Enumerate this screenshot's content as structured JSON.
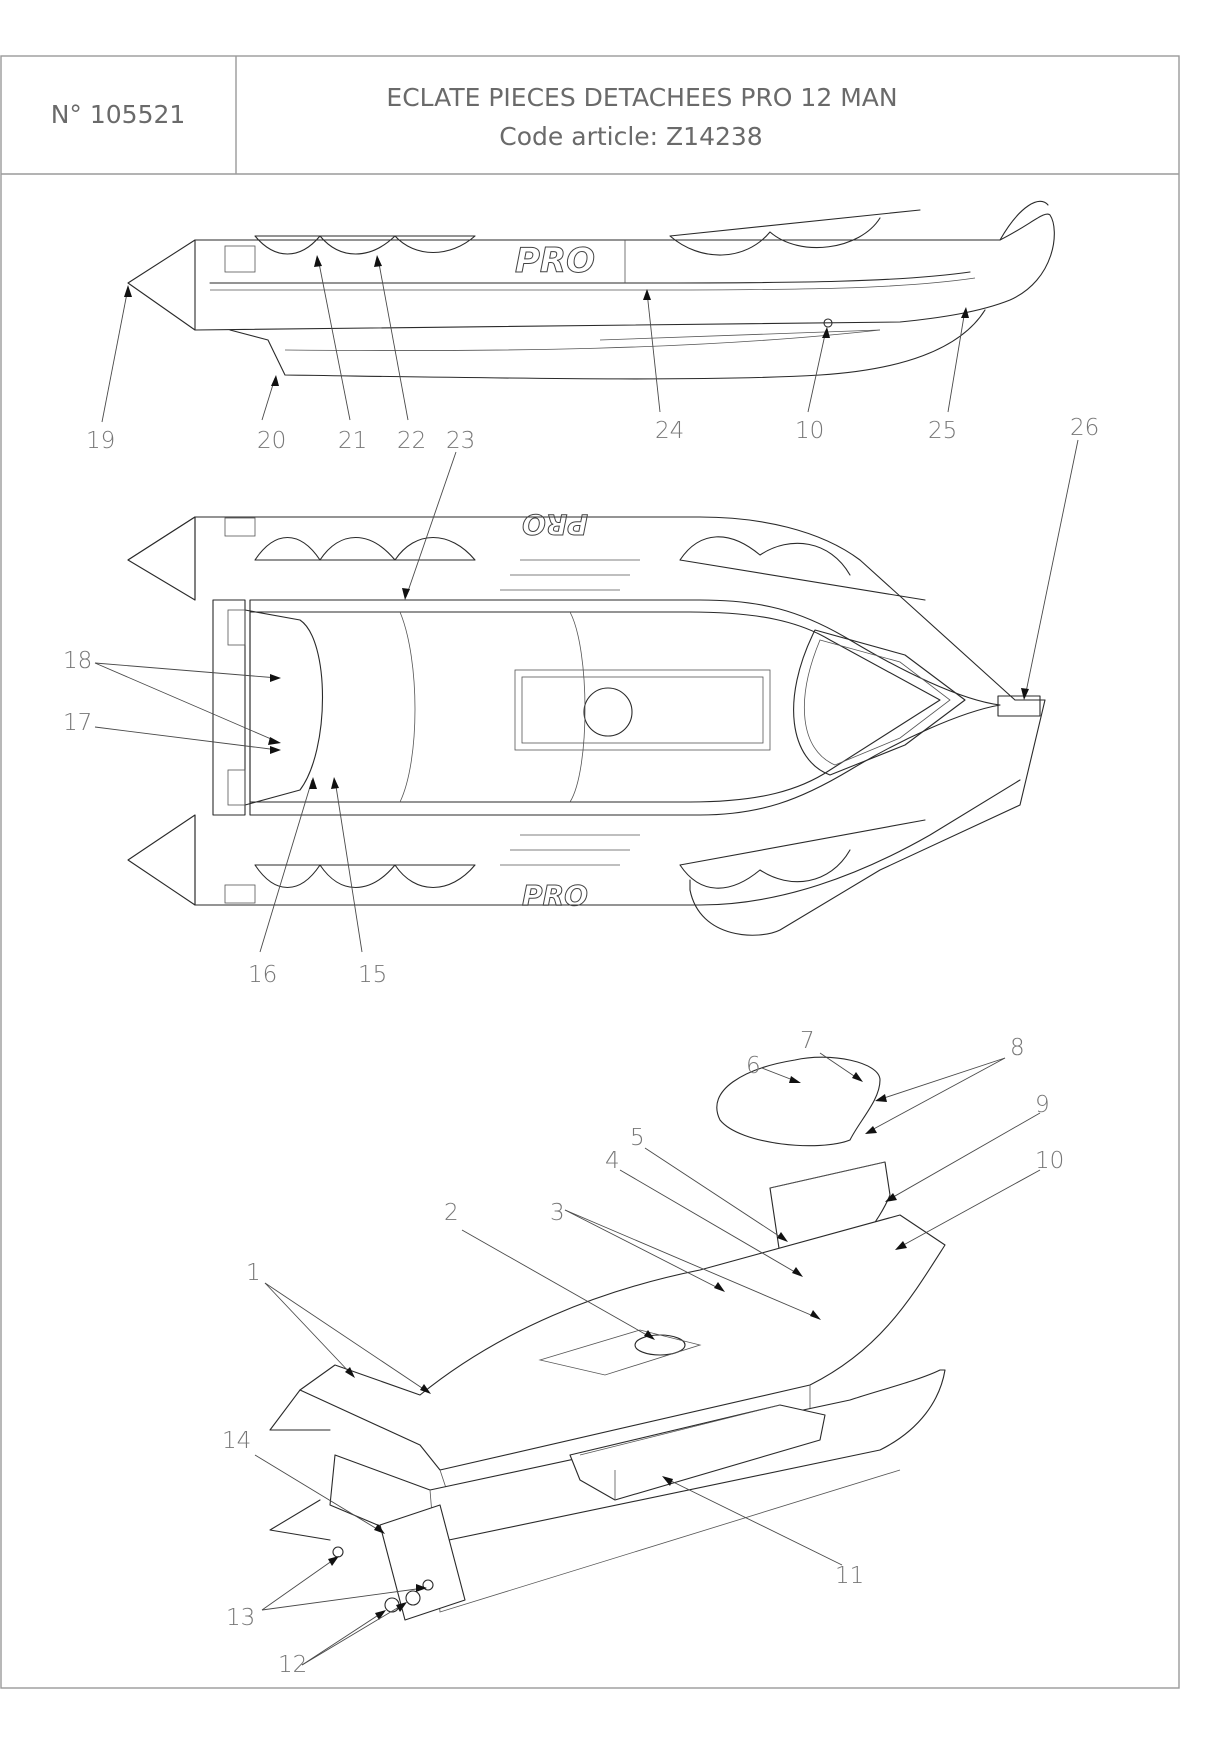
{
  "header": {
    "document_number": "N° 105521",
    "title": "ECLATE PIECES DETACHEES PRO 12 MAN",
    "code_article": "Code article: Z14238"
  },
  "views": {
    "side": {
      "brand_text": "PRO",
      "callouts": {
        "c19": "19",
        "c20": "20",
        "c21": "21",
        "c22": "22",
        "c24": "24",
        "c10": "10",
        "c25": "25"
      }
    },
    "top": {
      "brand_text": "PRO",
      "callouts": {
        "c23": "23",
        "c26": "26",
        "c18": "18",
        "c17": "17",
        "c16": "16",
        "c15": "15"
      }
    },
    "exploded": {
      "callouts": {
        "c1": "1",
        "c2": "2",
        "c3": "3",
        "c4": "4",
        "c5": "5",
        "c6": "6",
        "c7": "7",
        "c8": "8",
        "c9": "9",
        "c10": "10",
        "c11": "11",
        "c12": "12",
        "c13": "13",
        "c14": "14"
      }
    }
  }
}
